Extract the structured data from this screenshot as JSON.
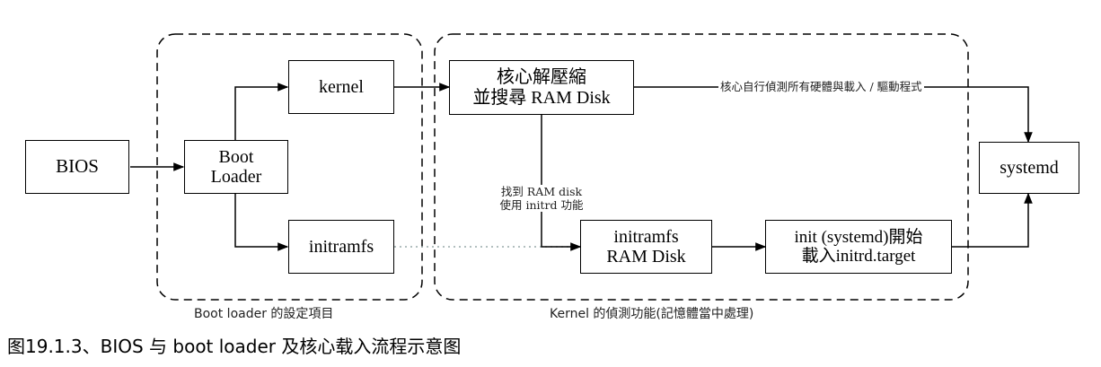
{
  "zones": {
    "boot_loader": "Boot loader 的設定項目",
    "kernel": "Kernel 的偵測功能(記憶體當中處理)"
  },
  "nodes": {
    "bios": "BIOS",
    "boot_loader": [
      "Boot",
      "Loader"
    ],
    "kernel": "kernel",
    "initramfs": "initramfs",
    "decompress": [
      "核心解壓縮",
      "並搜尋 RAM Disk"
    ],
    "initramfs_ramdisk": [
      "initramfs",
      "RAM Disk"
    ],
    "init_systemd": [
      "init (systemd)開始",
      "載入initrd.target"
    ],
    "systemd": "systemd"
  },
  "edge_labels": {
    "detect_drivers": "核心自行偵測所有硬體與載入 / 驅動程式",
    "found_ramdisk": [
      "找到 RAM disk",
      "使用 initrd 功能"
    ]
  },
  "caption": "图19.1.3、BIOS 与 boot loader 及核心载入流程示意图"
}
